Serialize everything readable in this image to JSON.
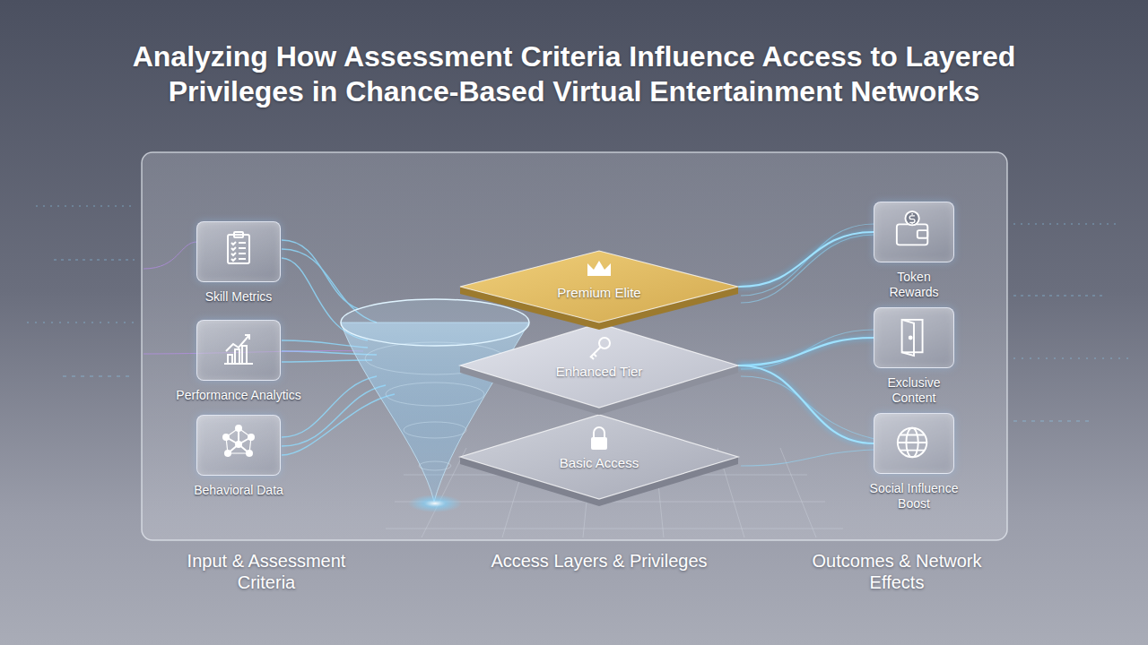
{
  "diagram": {
    "title": "Analyzing How Assessment Criteria Influence Access to Layered Privileges in Chance-Based Virtual Entertainment Networks",
    "nodes": [
      {
        "text": [
          "Skill Metrics"
        ]
      },
      {
        "text": [
          "Performance Analytics"
        ]
      },
      {
        "text": [
          "Behavioral Data"
        ]
      },
      {
        "text": [
          "Premium Elite"
        ]
      },
      {
        "text": [
          "Enhanced Tier"
        ]
      },
      {
        "text": [
          "Basic Access"
        ]
      },
      {
        "text": [
          "Token Rewards"
        ]
      },
      {
        "text": [
          "Exclusive Content"
        ]
      },
      {
        "text": [
          "Social Influence Boost"
        ]
      }
    ],
    "edges": [
      {
        "from": 3,
        "to": 6,
        "arrow": "none"
      },
      {
        "from": 4,
        "to": 7,
        "arrow": "none"
      },
      {
        "from": 4,
        "to": 8,
        "arrow": "none"
      }
    ],
    "labels": [
      "Input & Assessment Criteria",
      "Access Layers & Privileges",
      "Outcomes & Network Effects"
    ]
  }
}
